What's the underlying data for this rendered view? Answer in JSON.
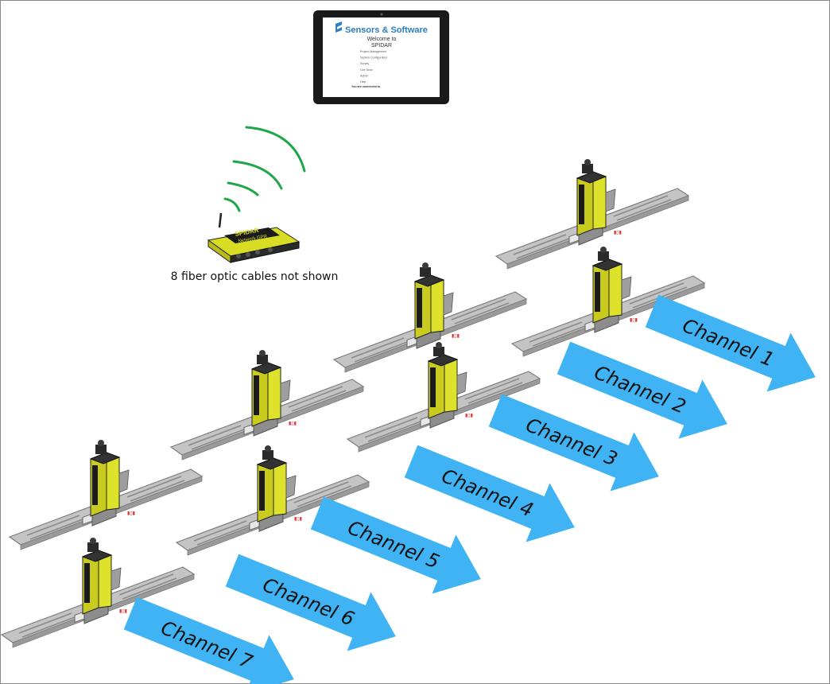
{
  "tablet": {
    "brand": "Sensors & Software",
    "welcome": "Welcome to",
    "product": "SPIDAR",
    "menu": [
      "Project Management",
      "System Configuration",
      "Survey",
      "Live Scan",
      "Admin",
      "Help"
    ],
    "status": "You are connected to"
  },
  "router": {
    "brand": "SPIDAR",
    "model": "Network GPR"
  },
  "caption": "8 fiber optic cables not shown",
  "arrows": [
    {
      "label": "Channel 1"
    },
    {
      "label": "Channel 2"
    },
    {
      "label": "Channel 3"
    },
    {
      "label": "Channel 4"
    },
    {
      "label": "Channel 5"
    },
    {
      "label": "Channel 6"
    },
    {
      "label": "Channel 7"
    }
  ],
  "colors": {
    "arrow_fill": "#3fb3f3",
    "signal_green": "#1fa64a",
    "unit_yellow": "#d9dd23",
    "plate_gray": "#b7b7b7",
    "tablet_black": "#1a1a1a",
    "brand_blue": "#2a7fc4"
  }
}
